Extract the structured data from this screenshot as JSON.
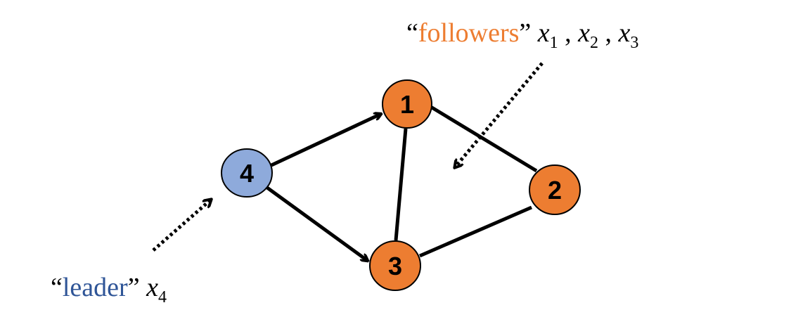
{
  "colors": {
    "leader_fill": "#8eaadb",
    "follower_fill": "#ed7d31",
    "leader_text": "#2f5597",
    "follower_text": "#ed7d31",
    "stroke": "#000000"
  },
  "nodes": [
    {
      "id": "1",
      "label": "1",
      "role": "follower"
    },
    {
      "id": "2",
      "label": "2",
      "role": "follower"
    },
    {
      "id": "3",
      "label": "3",
      "role": "follower"
    },
    {
      "id": "4",
      "label": "4",
      "role": "leader"
    }
  ],
  "edges": [
    {
      "from": "4",
      "to": "1",
      "directed": true
    },
    {
      "from": "4",
      "to": "3",
      "directed": true
    },
    {
      "from": "1",
      "to": "3",
      "directed": false
    },
    {
      "from": "1",
      "to": "2",
      "directed": false
    },
    {
      "from": "3",
      "to": "2",
      "directed": false
    }
  ],
  "annotations": {
    "followers": {
      "open_quote": "“",
      "word": "followers",
      "close_quote": "”",
      "vars": [
        {
          "symbol": "x",
          "sub": "1"
        },
        {
          "symbol": "x",
          "sub": "2"
        },
        {
          "symbol": "x",
          "sub": "3"
        }
      ],
      "separator": ","
    },
    "leader": {
      "open_quote": "“",
      "word": "leader",
      "close_quote": "”",
      "var": {
        "symbol": "x",
        "sub": "4"
      }
    }
  }
}
